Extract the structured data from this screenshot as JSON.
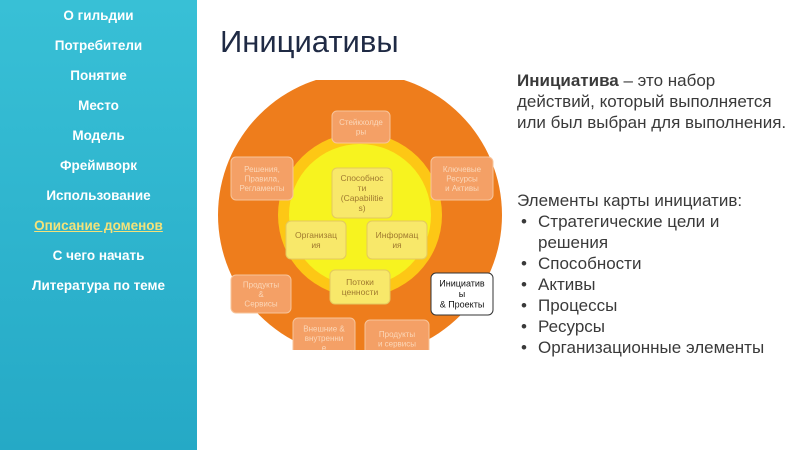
{
  "sidebar": {
    "items": [
      {
        "label": "О гильдии",
        "active": false
      },
      {
        "label": "Потребители",
        "active": false
      },
      {
        "label": "Понятие",
        "active": false
      },
      {
        "label": "Место",
        "active": false
      },
      {
        "label": "Модель",
        "active": false
      },
      {
        "label": "Фреймворк",
        "active": false
      },
      {
        "label": "Использование",
        "active": false
      },
      {
        "label": "Описание доменов",
        "active": true
      },
      {
        "label": "С чего начать",
        "active": false
      },
      {
        "label": "Литература по теме",
        "active": false
      }
    ]
  },
  "title": "Инициативы",
  "definition": {
    "term": "Инициатива",
    "text": " – это набор действий, который выполняется или был выбран для выполнения."
  },
  "elements": {
    "heading": "Элементы карты инициатив:",
    "items": [
      "Стратегические цели и решения",
      "Способности",
      "Активы",
      "Процессы",
      "Ресурсы",
      "Организационные элементы"
    ]
  },
  "diagram": {
    "colors": {
      "outer": "#ee7d1c",
      "inner_ring": "#fdc715",
      "core": "#f7f31f",
      "faded_box": "#f4a066",
      "core_box": "#f8e86a",
      "core_text": "#a07a30"
    },
    "outer_boxes": [
      {
        "lines": [
          "Стейкхолде",
          "ры"
        ]
      },
      {
        "lines": [
          "Решения,",
          "Правила,",
          "Регламенты"
        ]
      },
      {
        "lines": [
          "Ключевые",
          "Ресурсы",
          "и Активы"
        ]
      },
      {
        "lines": [
          "Продукты",
          "&",
          "Сервисы"
        ]
      },
      {
        "lines": [
          "Внешние &",
          "внутренни",
          "е"
        ]
      },
      {
        "lines": [
          "Продукты",
          "и сервисы"
        ]
      }
    ],
    "core_boxes": [
      {
        "lines": [
          "Способнос",
          "ти",
          "(Capabilitie",
          "s)"
        ]
      },
      {
        "lines": [
          "Организац",
          "ия"
        ]
      },
      {
        "lines": [
          "Информац",
          "ия"
        ]
      },
      {
        "lines": [
          "Потоки",
          "ценности"
        ]
      }
    ],
    "highlight_box": {
      "lines": [
        "Инициатив",
        "ы",
        "& Проекты"
      ]
    }
  }
}
